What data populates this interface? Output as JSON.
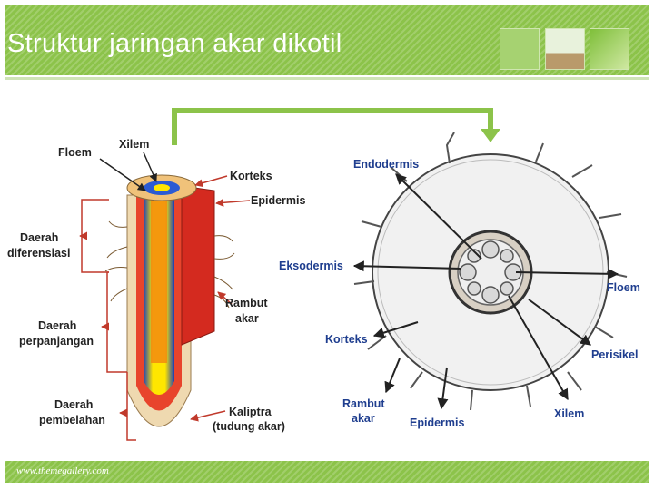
{
  "slide": {
    "title": "Struktur jaringan akar dikotil",
    "footer": "www.themegallery.com"
  },
  "longitudinal_labels": {
    "floem": "Floem",
    "xilem": "Xilem",
    "korteks": "Korteks",
    "epidermis": "Epidermis",
    "daerah_diferensiasi": [
      "Daerah",
      "diferensiasi"
    ],
    "daerah_perpanjangan": [
      "Daerah",
      "perpanjangan"
    ],
    "daerah_pembelahan": [
      "Daerah",
      "pembelahan"
    ],
    "rambut_akar": [
      "Rambut",
      "akar"
    ],
    "kaliptra": [
      "Kaliptra",
      "(tudung akar)"
    ]
  },
  "cross_section_labels": {
    "endodermis": "Endodermis",
    "eksodermis": "Eksodermis",
    "floem": "Floem",
    "korteks": "Korteks",
    "perisikel": "Perisikel",
    "rambut_akar": [
      "Rambut",
      "akar"
    ],
    "epidermis": "Epidermis",
    "xilem": "Xilem"
  },
  "colors": {
    "theme_green": "#8cc34a",
    "label_blue": "#1f3e8f",
    "arrow_red": "#c0392b"
  }
}
